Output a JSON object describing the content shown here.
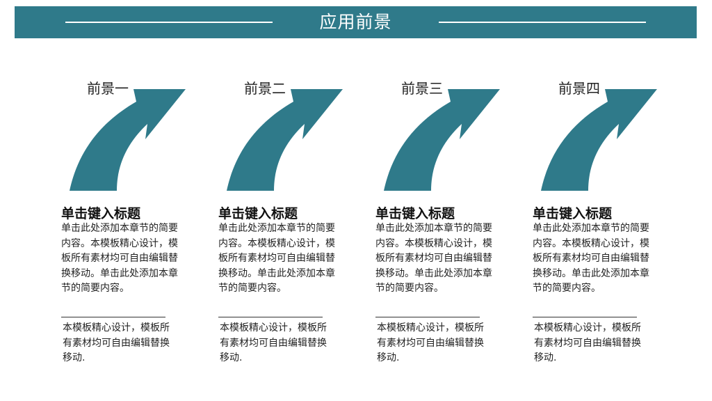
{
  "header": {
    "title": "应用前景",
    "bar_color": "#2f7a8a"
  },
  "arrow_color": "#2f7a8a",
  "columns": [
    {
      "label": "前景一",
      "title": "单击键入标题",
      "desc": "单击此处添加本章节的简要内容。本模板精心设计，模板所有素材均可自由编辑替换移动。单击此处添加本章节的简要内容。",
      "note": "本模板精心设计，模板所有素材均可自由编辑替换移动."
    },
    {
      "label": "前景二",
      "title": "单击键入标题",
      "desc": "单击此处添加本章节的简要内容。本模板精心设计，模板所有素材均可自由编辑替换移动。单击此处添加本章节的简要内容。",
      "note": "本模板精心设计，模板所有素材均可自由编辑替换移动."
    },
    {
      "label": "前景三",
      "title": "单击键入标题",
      "desc": "单击此处添加本章节的简要内容。本模板精心设计，模板所有素材均可自由编辑替换移动。单击此处添加本章节的简要内容。",
      "note": "本模板精心设计，模板所有素材均可自由编辑替换移动."
    },
    {
      "label": "前景四",
      "title": "单击键入标题",
      "desc": "单击此处添加本章节的简要内容。本模板精心设计，模板所有素材均可自由编辑替换移动。单击此处添加本章节的简要内容。",
      "note": "本模板精心设计，模板所有素材均可自由编辑替换移动."
    }
  ]
}
